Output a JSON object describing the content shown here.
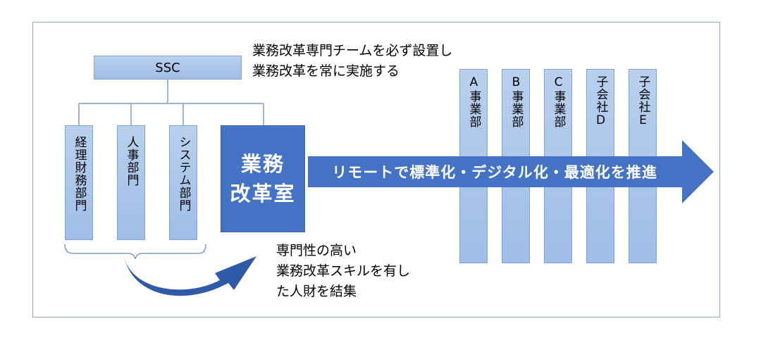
{
  "ssc": {
    "label": "SSC"
  },
  "note_top": {
    "line1": "業務改革専門チームを必ず設置し",
    "line2": "業務改革を常に実施する"
  },
  "departments": [
    {
      "label": "経理財務部門"
    },
    {
      "label": "人事部門"
    },
    {
      "label": "システム部門"
    }
  ],
  "main_office": {
    "line1": "業務",
    "line2": "改革室"
  },
  "note_bottom": {
    "line1": "専門性の高い",
    "line2": "業務改革スキルを有し",
    "line3": "た人財を結集"
  },
  "arrow": {
    "label": "リモートで標準化・デジタル化・最適化を推進"
  },
  "business_units": [
    {
      "label": "A事業部"
    },
    {
      "label": "B事業部"
    },
    {
      "label": "C事業部"
    },
    {
      "label": "子会社D"
    },
    {
      "label": "子会社E"
    }
  ],
  "colors": {
    "accent": "#4472c4",
    "light_box": "#a9c4ea",
    "frame": "#8fa8cc"
  }
}
